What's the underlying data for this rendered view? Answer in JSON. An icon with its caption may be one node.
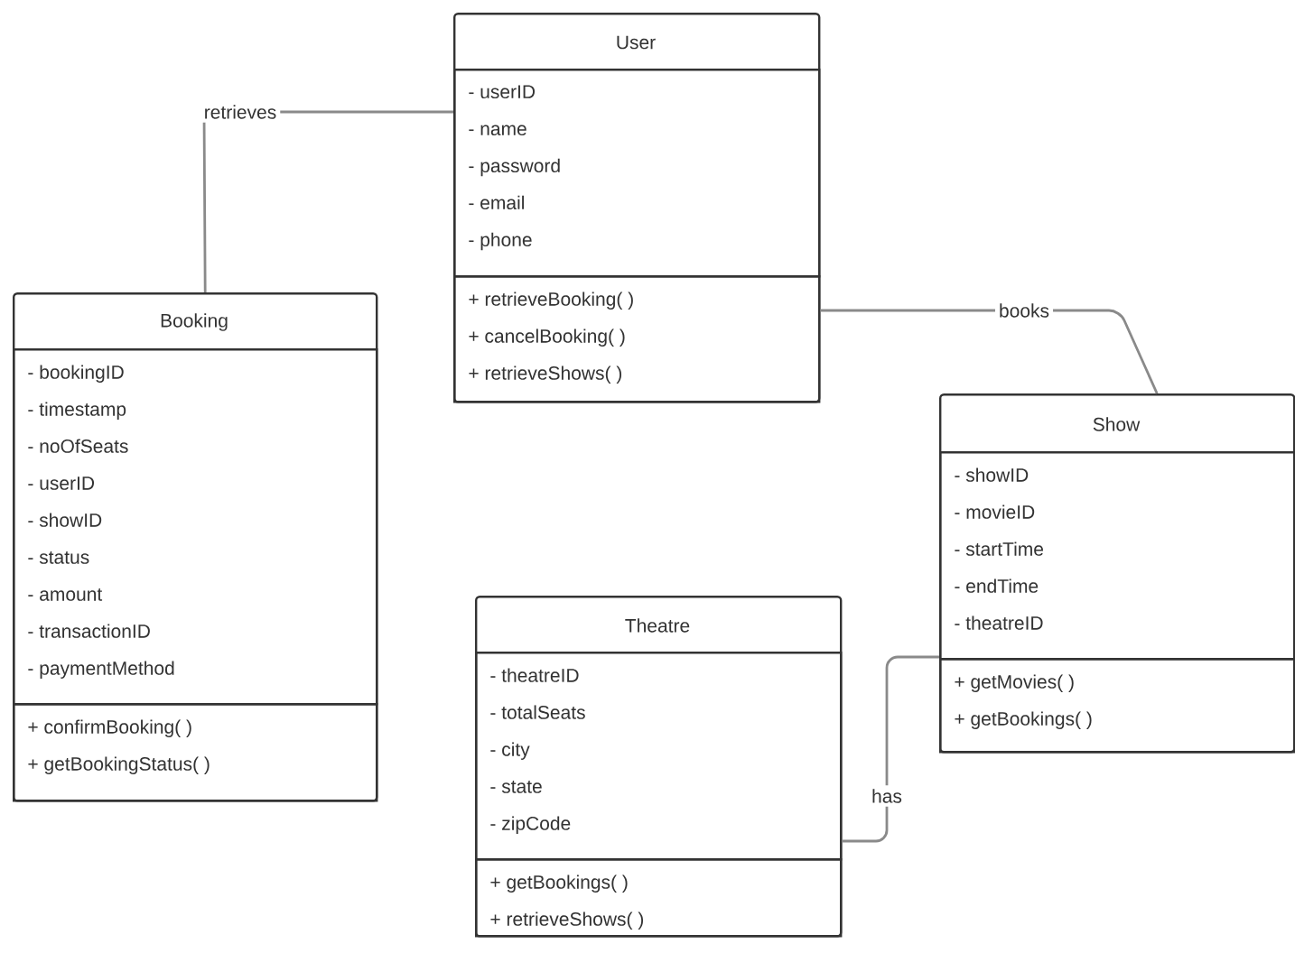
{
  "diagram": {
    "nodes": [
      {
        "text": [
          "User"
        ]
      },
      {
        "text": [
          "- userID",
          "- name",
          "- password",
          "- email",
          "- phone"
        ],
        "in": 0
      },
      {
        "text": [
          "+ retrieveBooking( )",
          "+ cancelBooking( )",
          "+ retrieveShows( )"
        ],
        "in": 0
      },
      {
        "text": [
          "Booking"
        ]
      },
      {
        "text": [
          "- bookingID",
          "- timestamp",
          "- noOfSeats",
          "- userID",
          "- showID",
          "- status",
          "- amount",
          "- transactionID",
          "- paymentMethod"
        ],
        "in": 3
      },
      {
        "text": [
          "+ confirmBooking( )",
          "+ getBookingStatus( )"
        ],
        "in": 3
      },
      {
        "text": [
          "Show"
        ]
      },
      {
        "text": [
          "- showID",
          "- movieID",
          "- startTime",
          "- endTime",
          "- theatreID"
        ],
        "in": 6
      },
      {
        "text": [
          "+ getMovies( )",
          "+ getBookings( )"
        ],
        "in": 6
      },
      {
        "text": [
          "Theatre"
        ]
      },
      {
        "text": [
          "- theatreID",
          "- totalSeats",
          "- city",
          "- state",
          "- zipCode"
        ],
        "in": 9
      },
      {
        "text": [
          "+ getBookings( )",
          "+ retrieveShows( )"
        ],
        "in": 9
      }
    ],
    "edges": [
      {
        "from": 0,
        "to": 3,
        "arrow": "none",
        "label": "retrieves"
      },
      {
        "from": 0,
        "to": 6,
        "arrow": "none",
        "label": "books"
      },
      {
        "from": 6,
        "to": 9,
        "arrow": "none",
        "label": "has"
      }
    ]
  }
}
